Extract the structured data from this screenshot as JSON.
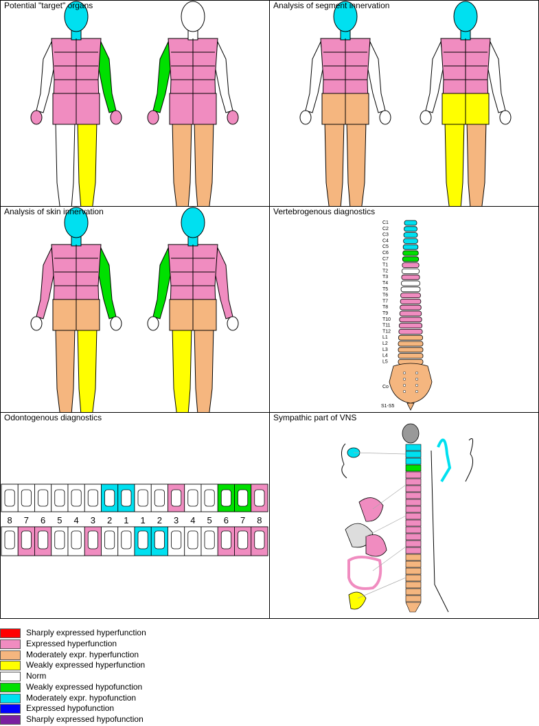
{
  "colors": {
    "sharp_hyper": "#ff0000",
    "expr_hyper": "#f08cc0",
    "mod_hyper": "#f5b67f",
    "weak_hyper": "#ffff00",
    "norm": "#ffffff",
    "weak_hypo": "#00e000",
    "mod_hypo": "#00e0f0",
    "expr_hypo": "#0000ff",
    "sharp_hypo": "#7a1fa0"
  },
  "panels": {
    "target_organs": {
      "title": "Potential \"target\" organs"
    },
    "segment_innervation": {
      "title": "Analysis of segment innervation"
    },
    "skin_innervation": {
      "title": "Analysis of skin innervation"
    },
    "vertebrogenous": {
      "title": "Vertebrogenous diagnostics"
    },
    "odontogenous": {
      "title": "Odontogenous diagnostics"
    },
    "sympathetic": {
      "title": "Sympathic part of VNS"
    }
  },
  "vertebrae": {
    "labels": [
      "C1",
      "C2",
      "C3",
      "C4",
      "C5",
      "C6",
      "C7",
      "T1",
      "T2",
      "T3",
      "T4",
      "T5",
      "T6",
      "T7",
      "T8",
      "T9",
      "T10",
      "T11",
      "T12",
      "L1",
      "L2",
      "L3",
      "L4",
      "L5",
      "Co",
      "S1-S5"
    ]
  },
  "teeth": {
    "numbers": [
      "8",
      "7",
      "6",
      "5",
      "4",
      "3",
      "2",
      "1",
      "1",
      "2",
      "3",
      "4",
      "5",
      "6",
      "7",
      "8"
    ],
    "upper_status": [
      "norm",
      "norm",
      "norm",
      "norm",
      "norm",
      "norm",
      "mod_hypo",
      "mod_hypo",
      "norm",
      "norm",
      "expr_hyper",
      "norm",
      "norm",
      "weak_hypo",
      "weak_hypo",
      "expr_hyper"
    ],
    "lower_status": [
      "norm",
      "expr_hyper",
      "expr_hyper",
      "norm",
      "norm",
      "expr_hyper",
      "norm",
      "norm",
      "mod_hypo",
      "mod_hypo",
      "norm",
      "norm",
      "norm",
      "expr_hyper",
      "expr_hyper",
      "expr_hyper"
    ]
  },
  "legend": [
    {
      "key": "sharp_hyper",
      "label": "Sharply expressed  hyperfunction"
    },
    {
      "key": "expr_hyper",
      "label": "Expressed  hyperfunction"
    },
    {
      "key": "mod_hyper",
      "label": "Moderately expr. hyperfunction"
    },
    {
      "key": "weak_hyper",
      "label": "Weakly expressed  hyperfunction"
    },
    {
      "key": "norm",
      "label": "Norm"
    },
    {
      "key": "weak_hypo",
      "label": "Weakly expressed  hypofunction"
    },
    {
      "key": "mod_hypo",
      "label": "Moderately expr. hypofunction"
    },
    {
      "key": "expr_hypo",
      "label": "Expressed  hypofunction"
    },
    {
      "key": "sharp_hypo",
      "label": "Sharply expressed  hypofunction"
    }
  ]
}
